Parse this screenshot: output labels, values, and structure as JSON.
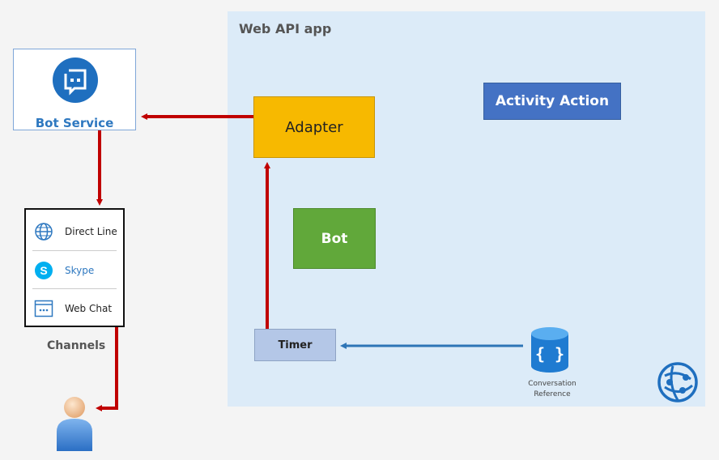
{
  "webapp": {
    "title": "Web API app"
  },
  "bot_service": {
    "label": "Bot Service"
  },
  "adapter": {
    "label": "Adapter"
  },
  "bot": {
    "label": "Bot"
  },
  "activity_action": {
    "label": "Activity Action"
  },
  "timer": {
    "label": "Timer"
  },
  "channels": {
    "label": "Channels",
    "items": [
      {
        "label": "Direct Line",
        "icon": "globe-icon"
      },
      {
        "label": "Skype",
        "icon": "skype-icon"
      },
      {
        "label": "Web Chat",
        "icon": "web-chat-icon"
      }
    ]
  },
  "conversation_reference": {
    "line1": "Conversation",
    "line2": "Reference"
  },
  "colors": {
    "red_arrow": "#c00000",
    "blue_arrow": "#2e75b6",
    "adapter": "#f7b900",
    "bot": "#61a83a",
    "activity": "#4472c4",
    "timer": "#b4c7e7",
    "webapp_bg": "#dcebf8"
  }
}
